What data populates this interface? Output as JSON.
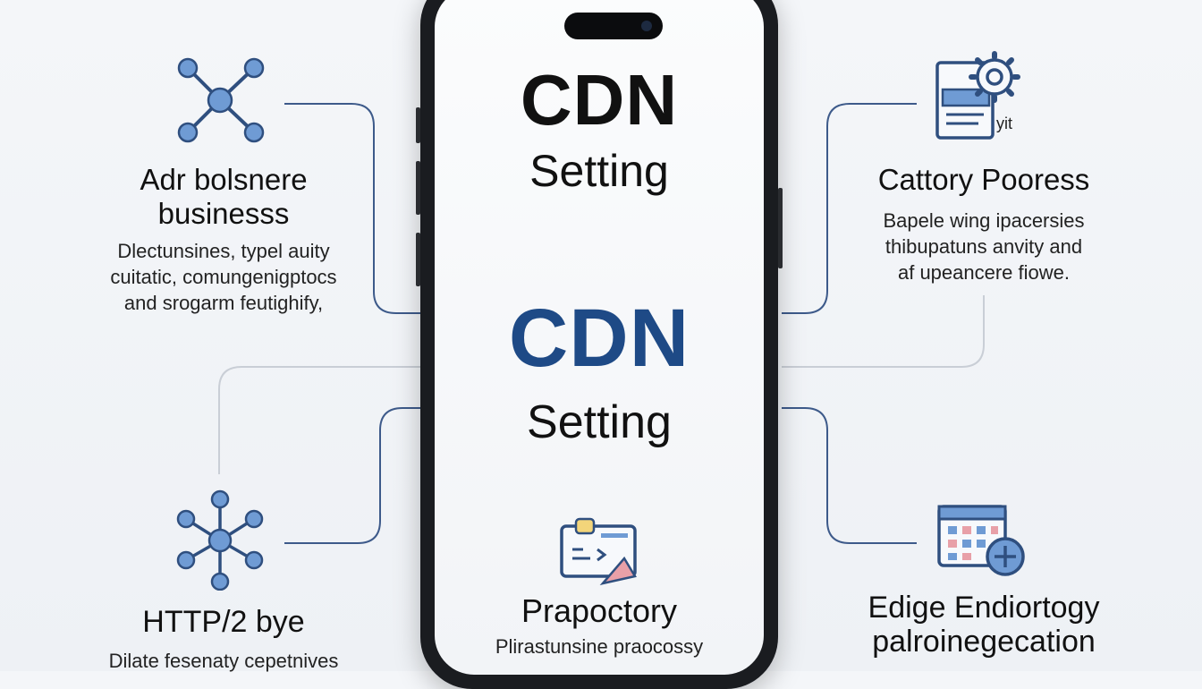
{
  "phone": {
    "title_1": "CDN",
    "subtitle_1": "Setting",
    "title_2": "CDN",
    "subtitle_2": "Setting",
    "bottom_heading": "Prapoctory",
    "bottom_desc": "Plirastunsine praocossy"
  },
  "left_top": {
    "heading_1": "Adr bolsnere",
    "heading_2": "businesss",
    "desc_1": "Dlectunsines, typel auity",
    "desc_2": "cuitatic, comungenigptocs",
    "desc_3": "and srogarm feutighify,",
    "icon": "network-hub-icon"
  },
  "left_bottom": {
    "heading": "HTTP/2 bye",
    "desc": "Dilate fesenaty cepetnives",
    "icon": "network-cluster-icon"
  },
  "right_top": {
    "heading": "Cattory Pooress",
    "desc_1": "Bapele wing ipacersies",
    "desc_2": "thibupatuns anvity and",
    "desc_3": "af upeancere fiowe.",
    "icon_label": "yit",
    "icon": "settings-document-icon"
  },
  "right_bottom": {
    "heading_1": "Edige Endiortogy",
    "heading_2": "palroinegecation",
    "icon": "calendar-add-icon"
  },
  "colors": {
    "accent": "#1e4a86",
    "icon_blue": "#6f9bd4",
    "line_blue": "#3d5a8a"
  }
}
